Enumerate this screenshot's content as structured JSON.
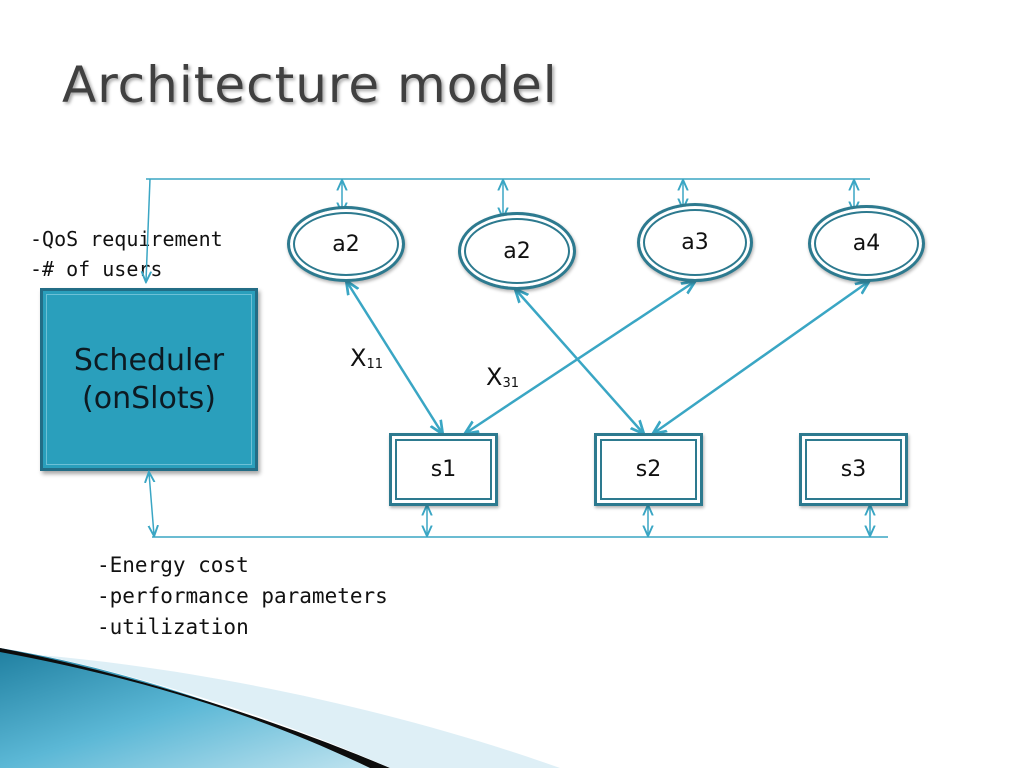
{
  "slide": {
    "title": "Architecture model",
    "inputs": [
      "-QoS requirement",
      "-# of users"
    ],
    "outputs": [
      "-Energy cost",
      "-performance parameters",
      "-utilization"
    ],
    "scheduler": {
      "line1": "Scheduler",
      "line2": "(onSlots)"
    },
    "apps": [
      "a2",
      "a2",
      "a3",
      "a4"
    ],
    "servers": [
      "s1",
      "s2",
      "s3"
    ],
    "vars": [
      {
        "base": "X",
        "sub": "11"
      },
      {
        "base": "X",
        "sub": "31"
      }
    ]
  },
  "colors": {
    "accent": "#2a9fbc",
    "node_border": "#2d7a8f",
    "connector": "#3aa6c4",
    "title": "#404040"
  }
}
